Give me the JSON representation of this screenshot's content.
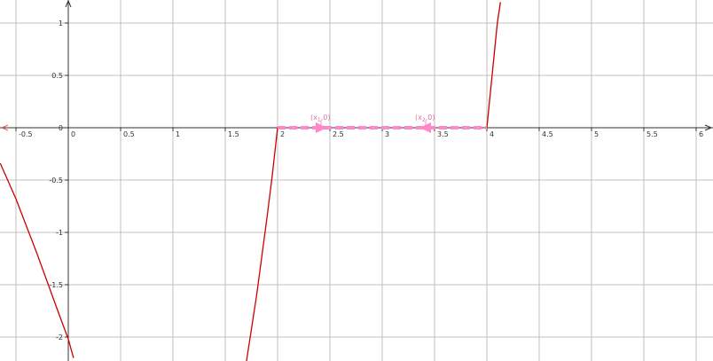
{
  "chart_data": {
    "type": "line",
    "title": "",
    "xlabel": "",
    "ylabel": "",
    "xlim": [
      -0.65,
      6.15
    ],
    "ylim": [
      -2.25,
      1.2
    ],
    "grid": true,
    "x_ticks": [
      -0.5,
      0,
      0.5,
      1,
      1.5,
      2,
      2.5,
      3,
      3.5,
      4,
      4.5,
      5,
      5.5,
      6
    ],
    "x_tick_labels": [
      "-0.5",
      "0",
      "0.5",
      "1",
      "1.5",
      "2",
      "2.5",
      "3",
      "3.5",
      "4",
      "4.5",
      "5",
      "5.5",
      "6"
    ],
    "y_ticks": [
      -2,
      -1.5,
      -1,
      -0.5,
      0,
      0.5,
      1
    ],
    "y_tick_labels": [
      "-2",
      "-1.5",
      "-1",
      "-0.5",
      "0",
      "0.5",
      "1"
    ],
    "series": [
      {
        "kind": "curve",
        "color": "#cc0000",
        "points": [
          [
            -0.65,
            -0.34
          ],
          [
            -0.5,
            -0.68
          ],
          [
            -0.3,
            -1.2
          ],
          [
            -0.1,
            -1.75
          ],
          [
            0,
            -2.02
          ],
          [
            0.05,
            -2.2
          ]
        ]
      },
      {
        "kind": "curve",
        "color": "#cc0000",
        "points": [
          [
            1.7,
            -2.25
          ],
          [
            1.8,
            -1.6
          ],
          [
            1.9,
            -0.85
          ],
          [
            1.95,
            -0.45
          ],
          [
            2,
            0
          ]
        ]
      },
      {
        "kind": "curve",
        "color": "#cc0000",
        "points": [
          [
            4,
            0
          ],
          [
            4.05,
            0.5
          ],
          [
            4.1,
            1.0
          ],
          [
            4.13,
            1.2
          ]
        ]
      },
      {
        "kind": "dashed-segment",
        "color": "#ff88c8",
        "points": [
          [
            2,
            0
          ],
          [
            4,
            0
          ]
        ]
      }
    ],
    "annotations": [
      {
        "text": "(x",
        "subscript": "1",
        "suffix": ",0)",
        "x": 2.5,
        "y": 0,
        "arrow": "right"
      },
      {
        "text": "(x",
        "subscript": "2",
        "suffix": ",0)",
        "x": 3.5,
        "y": 0,
        "arrow": "left"
      }
    ]
  }
}
